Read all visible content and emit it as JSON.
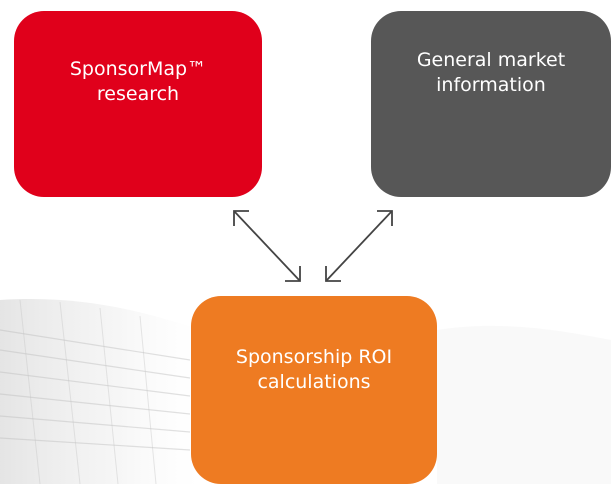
{
  "diagram": {
    "nodes": [
      {
        "id": "sponsormap",
        "label": "SponsorMap™\nresearch",
        "color": "#e0001b"
      },
      {
        "id": "market",
        "label": "General market\ninformation",
        "color": "#575757"
      },
      {
        "id": "roi",
        "label": "Sponsorship ROI\ncalculations",
        "color": "#ee7b22"
      }
    ],
    "edges": [
      {
        "from": "sponsormap",
        "to": "roi",
        "type": "bidirectional"
      },
      {
        "from": "market",
        "to": "roi",
        "type": "bidirectional"
      }
    ],
    "arrow_color": "#444444"
  }
}
